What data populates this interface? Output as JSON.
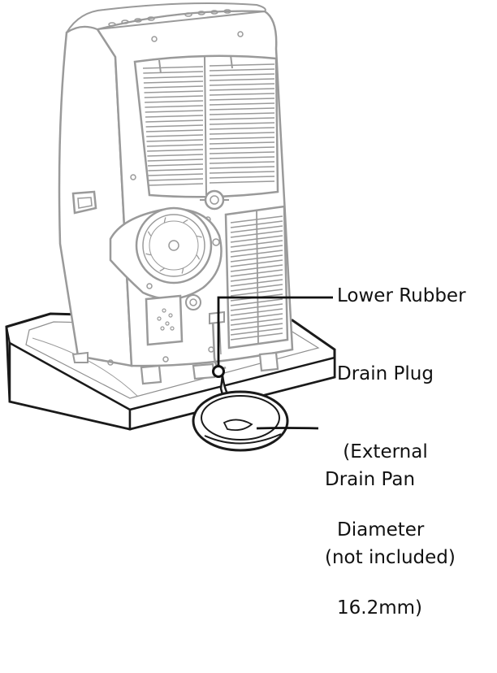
{
  "callouts": {
    "drain_plug": {
      "lines": [
        "Lower Rubber",
        "Drain Plug",
        " (External",
        "Diameter",
        "16.2mm)"
      ]
    },
    "drain_pan": {
      "lines": [
        "Drain Pan",
        "(not included)"
      ]
    }
  },
  "colors": {
    "unit_line": "#9a9a9a",
    "base_line": "#1a1a1a",
    "leader_line": "#111111",
    "background": "#ffffff"
  }
}
